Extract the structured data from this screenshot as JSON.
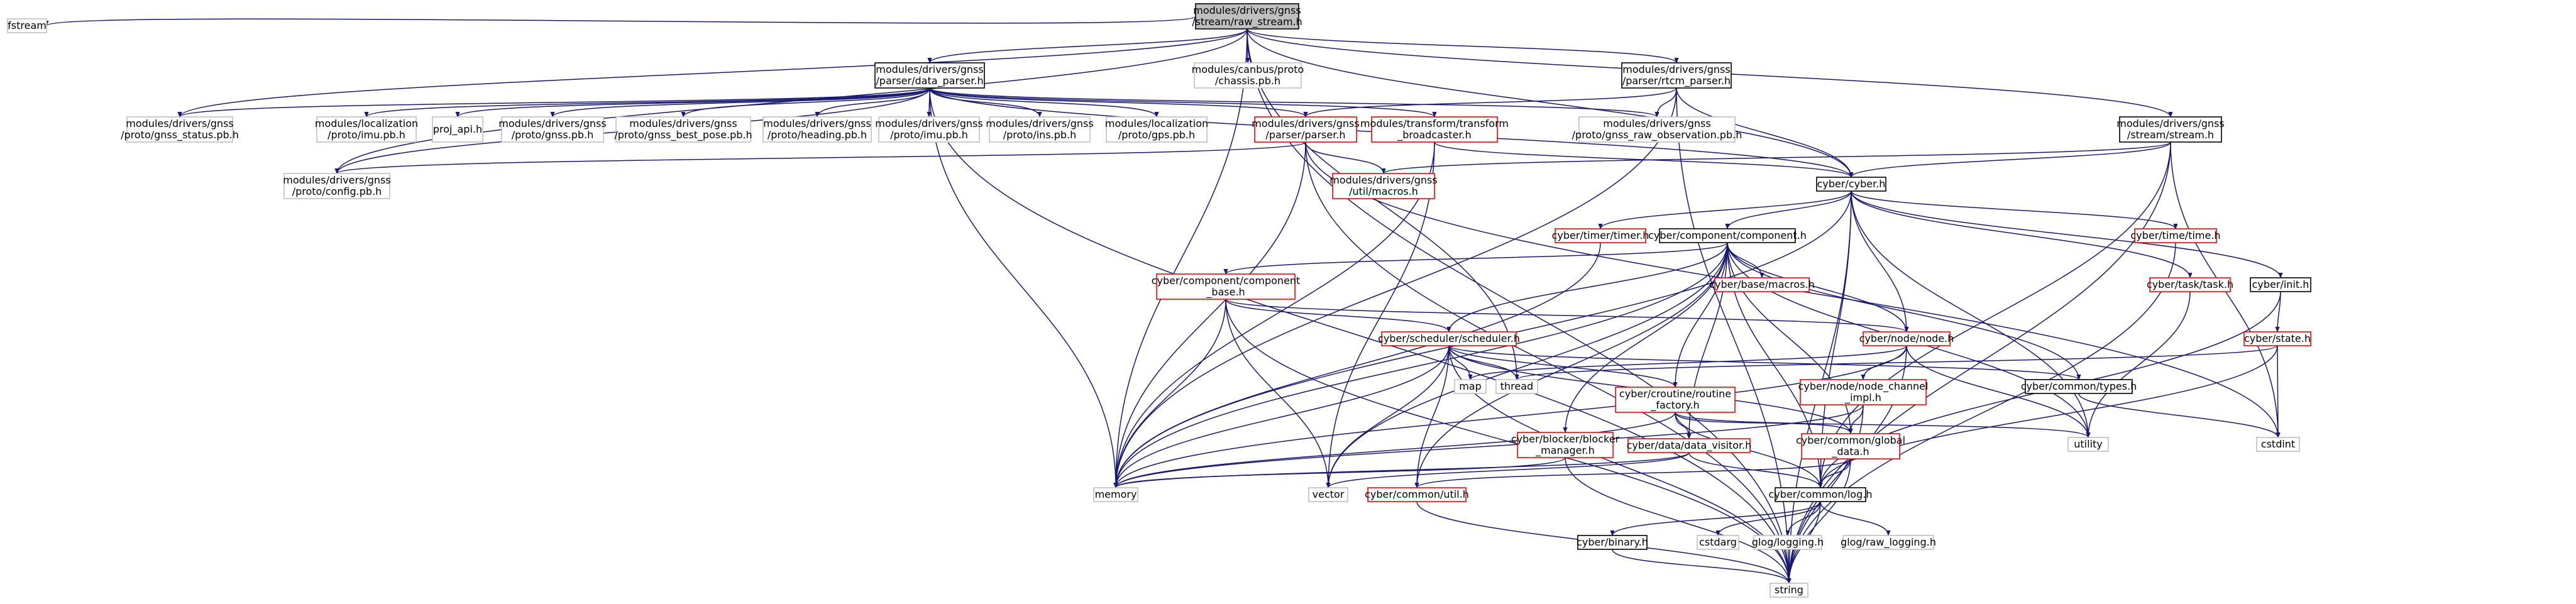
{
  "colors": {
    "edge": "#191970",
    "root_fill": "#bfbfbf",
    "root_border": "#000000",
    "doc_border": "#000000",
    "missing_border": "#bfbfbf",
    "partial_border": "#ff0000",
    "node_fill": "#ffffff",
    "text": "#000000",
    "background": "#ffffff"
  },
  "nodes": [
    {
      "id": "root",
      "lines": [
        "modules/drivers/gnss",
        "/stream/raw_stream.h"
      ],
      "style": "root"
    },
    {
      "id": "fstream",
      "lines": [
        "fstream"
      ],
      "style": "missing"
    },
    {
      "id": "data_parser",
      "lines": [
        "modules/drivers/gnss",
        "/parser/data_parser.h"
      ],
      "style": "doc"
    },
    {
      "id": "chassis",
      "lines": [
        "modules/canbus/proto",
        "/chassis.pb.h"
      ],
      "style": "missing"
    },
    {
      "id": "rtcm_parser",
      "lines": [
        "modules/drivers/gnss",
        "/parser/rtcm_parser.h"
      ],
      "style": "doc"
    },
    {
      "id": "stream_h",
      "lines": [
        "modules/drivers/gnss",
        "/stream/stream.h"
      ],
      "style": "doc"
    },
    {
      "id": "gnss_status",
      "lines": [
        "modules/drivers/gnss",
        "/proto/gnss_status.pb.h"
      ],
      "style": "missing"
    },
    {
      "id": "config_pb",
      "lines": [
        "modules/drivers/gnss",
        "/proto/config.pb.h"
      ],
      "style": "missing"
    },
    {
      "id": "loc_imu",
      "lines": [
        "modules/localization",
        "/proto/imu.pb.h"
      ],
      "style": "missing"
    },
    {
      "id": "proj_api",
      "lines": [
        "proj_api.h"
      ],
      "style": "missing"
    },
    {
      "id": "gnss_pb",
      "lines": [
        "modules/drivers/gnss",
        "/proto/gnss.pb.h"
      ],
      "style": "missing"
    },
    {
      "id": "gnss_best_pose",
      "lines": [
        "modules/drivers/gnss",
        "/proto/gnss_best_pose.pb.h"
      ],
      "style": "missing"
    },
    {
      "id": "heading_pb",
      "lines": [
        "modules/drivers/gnss",
        "/proto/heading.pb.h"
      ],
      "style": "missing"
    },
    {
      "id": "imu_pb",
      "lines": [
        "modules/drivers/gnss",
        "/proto/imu.pb.h"
      ],
      "style": "missing"
    },
    {
      "id": "ins_pb",
      "lines": [
        "modules/drivers/gnss",
        "/proto/ins.pb.h"
      ],
      "style": "missing"
    },
    {
      "id": "gps_pb",
      "lines": [
        "modules/localization",
        "/proto/gps.pb.h"
      ],
      "style": "missing"
    },
    {
      "id": "parser_h",
      "lines": [
        "modules/drivers/gnss",
        "/parser/parser.h"
      ],
      "style": "partial"
    },
    {
      "id": "tf_broadcaster",
      "lines": [
        "modules/transform/transform",
        "_broadcaster.h"
      ],
      "style": "partial"
    },
    {
      "id": "gnss_raw_obs",
      "lines": [
        "modules/drivers/gnss",
        "/proto/gnss_raw_observation.pb.h"
      ],
      "style": "missing"
    },
    {
      "id": "util_macros",
      "lines": [
        "modules/drivers/gnss",
        "/util/macros.h"
      ],
      "style": "partial"
    },
    {
      "id": "cyber_h",
      "lines": [
        "cyber/cyber.h"
      ],
      "style": "doc"
    },
    {
      "id": "timer_h",
      "lines": [
        "cyber/timer/timer.h"
      ],
      "style": "partial"
    },
    {
      "id": "component_h",
      "lines": [
        "cyber/component/component.h"
      ],
      "style": "doc"
    },
    {
      "id": "time_h",
      "lines": [
        "cyber/time/time.h"
      ],
      "style": "partial"
    },
    {
      "id": "comp_base",
      "lines": [
        "cyber/component/component",
        "_base.h"
      ],
      "style": "partial"
    },
    {
      "id": "base_macros",
      "lines": [
        "cyber/base/macros.h"
      ],
      "style": "partial"
    },
    {
      "id": "task_h",
      "lines": [
        "cyber/task/task.h"
      ],
      "style": "partial"
    },
    {
      "id": "init_h",
      "lines": [
        "cyber/init.h"
      ],
      "style": "doc"
    },
    {
      "id": "scheduler_h",
      "lines": [
        "cyber/scheduler/scheduler.h"
      ],
      "style": "partial"
    },
    {
      "id": "node_h",
      "lines": [
        "cyber/node/node.h"
      ],
      "style": "partial"
    },
    {
      "id": "state_h",
      "lines": [
        "cyber/state.h"
      ],
      "style": "partial"
    },
    {
      "id": "map",
      "lines": [
        "map"
      ],
      "style": "missing"
    },
    {
      "id": "thread",
      "lines": [
        "thread"
      ],
      "style": "missing"
    },
    {
      "id": "routine_factory",
      "lines": [
        "cyber/croutine/routine",
        "_factory.h"
      ],
      "style": "partial"
    },
    {
      "id": "node_channel_impl",
      "lines": [
        "cyber/node/node_channel",
        "_impl.h"
      ],
      "style": "partial"
    },
    {
      "id": "common_types",
      "lines": [
        "cyber/common/types.h"
      ],
      "style": "doc"
    },
    {
      "id": "blocker_manager",
      "lines": [
        "cyber/blocker/blocker",
        "_manager.h"
      ],
      "style": "partial"
    },
    {
      "id": "data_visitor",
      "lines": [
        "cyber/data/data_visitor.h"
      ],
      "style": "partial"
    },
    {
      "id": "global_data",
      "lines": [
        "cyber/common/global",
        "_data.h"
      ],
      "style": "partial"
    },
    {
      "id": "utility",
      "lines": [
        "utility"
      ],
      "style": "missing"
    },
    {
      "id": "cstdint",
      "lines": [
        "cstdint"
      ],
      "style": "missing"
    },
    {
      "id": "memory",
      "lines": [
        "memory"
      ],
      "style": "missing"
    },
    {
      "id": "vector",
      "lines": [
        "vector"
      ],
      "style": "missing"
    },
    {
      "id": "common_util",
      "lines": [
        "cyber/common/util.h"
      ],
      "style": "partial"
    },
    {
      "id": "common_log",
      "lines": [
        "cyber/common/log.h"
      ],
      "style": "doc"
    },
    {
      "id": "binary_h",
      "lines": [
        "cyber/binary.h"
      ],
      "style": "doc"
    },
    {
      "id": "cstdarg",
      "lines": [
        "cstdarg"
      ],
      "style": "missing"
    },
    {
      "id": "glog_logging",
      "lines": [
        "glog/logging.h"
      ],
      "style": "missing"
    },
    {
      "id": "glog_raw",
      "lines": [
        "glog/raw_logging.h"
      ],
      "style": "missing"
    },
    {
      "id": "string",
      "lines": [
        "string"
      ],
      "style": "missing"
    }
  ],
  "edges": [
    [
      "root",
      "fstream"
    ],
    [
      "root",
      "data_parser"
    ],
    [
      "root",
      "chassis"
    ],
    [
      "root",
      "rtcm_parser"
    ],
    [
      "root",
      "stream_h"
    ],
    [
      "root",
      "gnss_status"
    ],
    [
      "root",
      "config_pb"
    ],
    [
      "root",
      "memory"
    ],
    [
      "root",
      "thread"
    ],
    [
      "root",
      "cyber_h"
    ],
    [
      "root",
      "string"
    ],
    [
      "data_parser",
      "gnss_status"
    ],
    [
      "data_parser",
      "config_pb"
    ],
    [
      "data_parser",
      "loc_imu"
    ],
    [
      "data_parser",
      "proj_api"
    ],
    [
      "data_parser",
      "gnss_pb"
    ],
    [
      "data_parser",
      "gnss_best_pose"
    ],
    [
      "data_parser",
      "heading_pb"
    ],
    [
      "data_parser",
      "imu_pb"
    ],
    [
      "data_parser",
      "ins_pb"
    ],
    [
      "data_parser",
      "gps_pb"
    ],
    [
      "data_parser",
      "parser_h"
    ],
    [
      "data_parser",
      "tf_broadcaster"
    ],
    [
      "data_parser",
      "gnss_raw_obs"
    ],
    [
      "data_parser",
      "cyber_h"
    ],
    [
      "data_parser",
      "string"
    ],
    [
      "data_parser",
      "memory"
    ],
    [
      "rtcm_parser",
      "parser_h"
    ],
    [
      "rtcm_parser",
      "gnss_raw_obs"
    ],
    [
      "rtcm_parser",
      "cyber_h"
    ],
    [
      "rtcm_parser",
      "memory"
    ],
    [
      "rtcm_parser",
      "string"
    ],
    [
      "stream_h",
      "util_macros"
    ],
    [
      "stream_h",
      "cyber_h"
    ],
    [
      "stream_h",
      "cstdint"
    ],
    [
      "stream_h",
      "string"
    ],
    [
      "stream_h",
      "common_log"
    ],
    [
      "parser_h",
      "config_pb"
    ],
    [
      "parser_h",
      "util_macros"
    ],
    [
      "parser_h",
      "cstdint"
    ],
    [
      "parser_h",
      "string"
    ],
    [
      "parser_h",
      "memory"
    ],
    [
      "tf_broadcaster",
      "cyber_h"
    ],
    [
      "tf_broadcaster",
      "vector"
    ],
    [
      "tf_broadcaster",
      "memory"
    ],
    [
      "cyber_h",
      "timer_h"
    ],
    [
      "cyber_h",
      "component_h"
    ],
    [
      "cyber_h",
      "time_h"
    ],
    [
      "cyber_h",
      "task_h"
    ],
    [
      "cyber_h",
      "init_h"
    ],
    [
      "cyber_h",
      "node_h"
    ],
    [
      "cyber_h",
      "memory"
    ],
    [
      "cyber_h",
      "string"
    ],
    [
      "cyber_h",
      "utility"
    ],
    [
      "cyber_h",
      "common_log"
    ],
    [
      "timer_h",
      "memory"
    ],
    [
      "time_h",
      "string"
    ],
    [
      "component_h",
      "comp_base"
    ],
    [
      "component_h",
      "base_macros"
    ],
    [
      "component_h",
      "scheduler_h"
    ],
    [
      "component_h",
      "node_h"
    ],
    [
      "component_h",
      "routine_factory"
    ],
    [
      "component_h",
      "common_types"
    ],
    [
      "component_h",
      "blocker_manager"
    ],
    [
      "component_h",
      "data_visitor"
    ],
    [
      "component_h",
      "global_data"
    ],
    [
      "component_h",
      "common_util"
    ],
    [
      "component_h",
      "memory"
    ],
    [
      "component_h",
      "vector"
    ],
    [
      "component_h",
      "utility"
    ],
    [
      "component_h",
      "common_log"
    ],
    [
      "comp_base",
      "scheduler_h"
    ],
    [
      "comp_base",
      "node_h"
    ],
    [
      "comp_base",
      "memory"
    ],
    [
      "comp_base",
      "vector"
    ],
    [
      "comp_base",
      "string"
    ],
    [
      "task_h",
      "utility"
    ],
    [
      "init_h",
      "state_h"
    ],
    [
      "init_h",
      "common_log"
    ],
    [
      "scheduler_h",
      "map"
    ],
    [
      "scheduler_h",
      "thread"
    ],
    [
      "scheduler_h",
      "routine_factory"
    ],
    [
      "scheduler_h",
      "common_types"
    ],
    [
      "scheduler_h",
      "memory"
    ],
    [
      "scheduler_h",
      "vector"
    ],
    [
      "scheduler_h",
      "string"
    ],
    [
      "scheduler_h",
      "global_data"
    ],
    [
      "scheduler_h",
      "common_util"
    ],
    [
      "node_h",
      "map"
    ],
    [
      "node_h",
      "node_channel_impl"
    ],
    [
      "node_h",
      "utility"
    ],
    [
      "node_h",
      "memory"
    ],
    [
      "node_h",
      "string"
    ],
    [
      "state_h",
      "thread"
    ],
    [
      "state_h",
      "cstdint"
    ],
    [
      "state_h",
      "common_log"
    ],
    [
      "routine_factory",
      "data_visitor"
    ],
    [
      "routine_factory",
      "global_data"
    ],
    [
      "routine_factory",
      "utility"
    ],
    [
      "routine_factory",
      "memory"
    ],
    [
      "routine_factory",
      "common_log"
    ],
    [
      "node_channel_impl",
      "global_data"
    ],
    [
      "node_channel_impl",
      "memory"
    ],
    [
      "node_channel_impl",
      "string"
    ],
    [
      "common_types",
      "cstdint"
    ],
    [
      "blocker_manager",
      "memory"
    ],
    [
      "blocker_manager",
      "string"
    ],
    [
      "data_visitor",
      "vector"
    ],
    [
      "data_visitor",
      "memory"
    ],
    [
      "data_visitor",
      "common_log"
    ],
    [
      "global_data",
      "common_util"
    ],
    [
      "global_data",
      "string"
    ],
    [
      "global_data",
      "common_log"
    ],
    [
      "common_util",
      "string"
    ],
    [
      "common_log",
      "binary_h"
    ],
    [
      "common_log",
      "cstdarg"
    ],
    [
      "common_log",
      "glog_logging"
    ],
    [
      "common_log",
      "glog_raw"
    ],
    [
      "common_log",
      "string"
    ],
    [
      "binary_h",
      "string"
    ]
  ]
}
